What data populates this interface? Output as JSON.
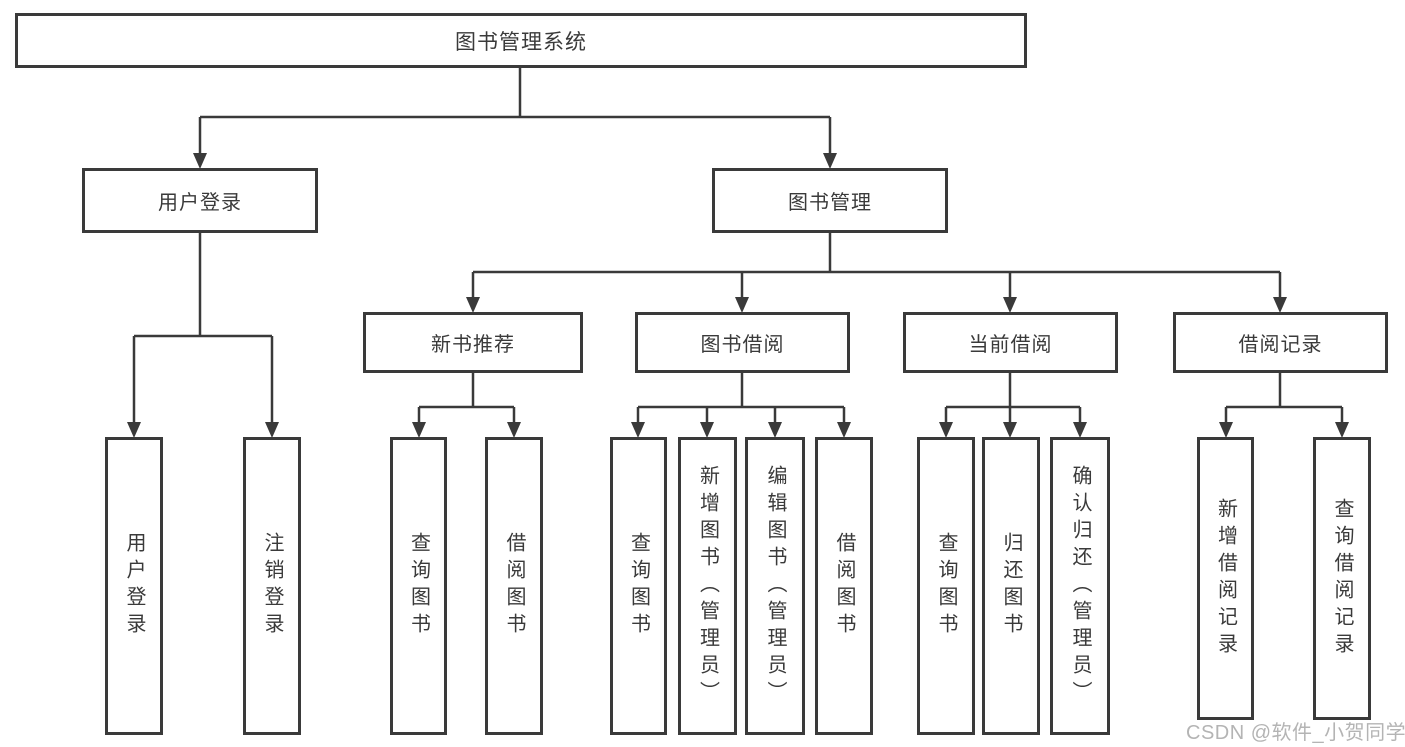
{
  "diagram": {
    "root": {
      "label": "图书管理系统"
    },
    "branches": [
      {
        "label": "用户登录",
        "children": [
          {
            "label": "用户登录"
          },
          {
            "label": "注销登录"
          }
        ]
      },
      {
        "label": "图书管理",
        "children": [
          {
            "label": "新书推荐",
            "children": [
              {
                "label": "查询图书"
              },
              {
                "label": "借阅图书"
              }
            ]
          },
          {
            "label": "图书借阅",
            "children": [
              {
                "label": "查询图书"
              },
              {
                "label": "新增图书（管理员）"
              },
              {
                "label": "编辑图书（管理员）"
              },
              {
                "label": "借阅图书"
              }
            ]
          },
          {
            "label": "当前借阅",
            "children": [
              {
                "label": "查询图书"
              },
              {
                "label": "归还图书"
              },
              {
                "label": "确认归还（管理员）"
              }
            ]
          },
          {
            "label": "借阅记录",
            "children": [
              {
                "label": "新增借阅记录"
              },
              {
                "label": "查询借阅记录"
              }
            ]
          }
        ]
      }
    ]
  },
  "watermark": {
    "text": "CSDN @软件_小贺同学"
  },
  "colors": {
    "line": "#3a3a3a",
    "box_border": "#3a3a3a",
    "box_fill": "#ffffff",
    "text": "#3a3a3a",
    "watermark": "#b4b4b4",
    "background": "#ffffff"
  }
}
